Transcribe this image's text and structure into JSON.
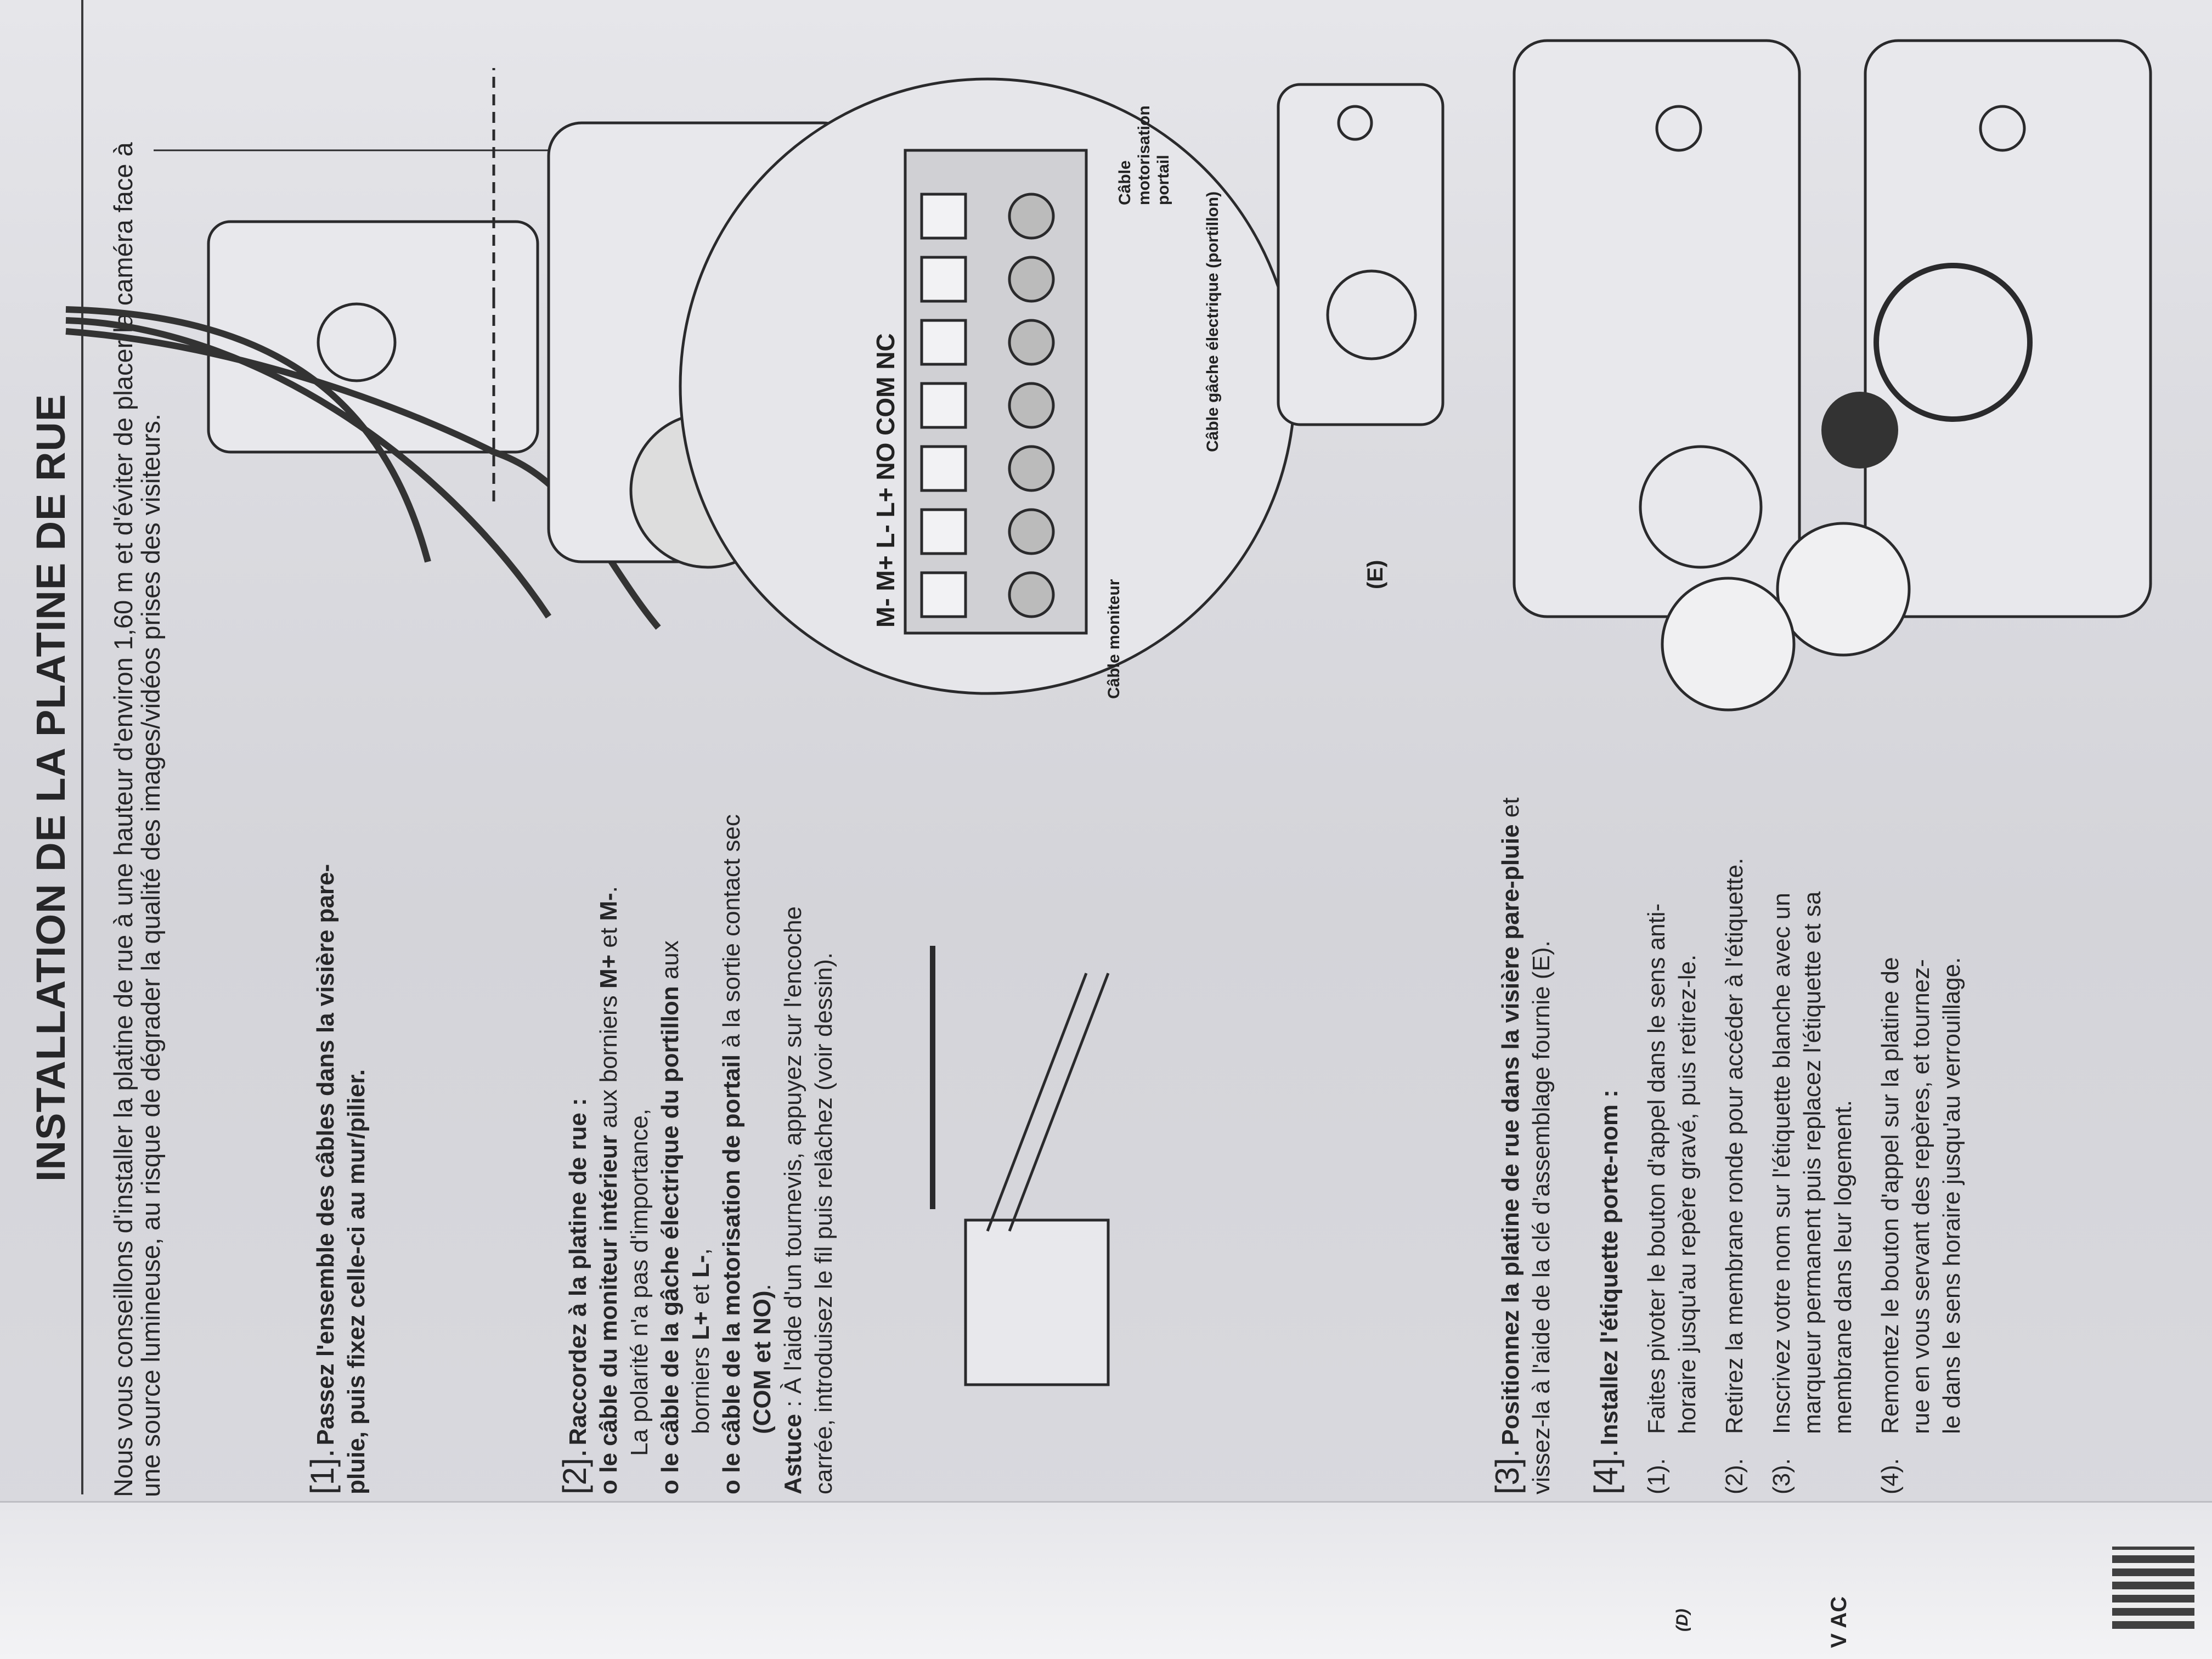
{
  "title": "INSTALLATION DE LA PLATINE DE RUE",
  "intro": "Nous vous conseillons d'installer la platine de rue à une hauteur d'environ 1,60 m et d'éviter de placer la caméra face à une source lumineuse, au risque de dégrader la qualité des images/vidéos prises des visiteurs.",
  "step1": {
    "num": "[1].",
    "text": "Passez l'ensemble des câbles dans la visière pare-pluie, puis fixez celle-ci au mur/pilier."
  },
  "step2": {
    "num": "[2].",
    "heading": "Raccordez à la platine de rue :",
    "b1_bold": "le câble du moniteur intérieur",
    "b1_text": " aux borniers ",
    "b1_m1": "M+",
    "b1_et": " et ",
    "b1_m2": "M-",
    "b1_end": ".",
    "b1_note": "La polarité n'a pas d'importance,",
    "b2_bold": "le câble de la gâche électrique du portillon",
    "b2_text": " aux",
    "b2_line2a": "borniers ",
    "b2_l1": "L+",
    "b2_et": " et ",
    "b2_l2": "L-",
    "b2_end": ",",
    "b3_bold": "le câble de la motorisation de portail",
    "b3_text": " à la sortie contact sec",
    "b3_line2": "(COM et NO)",
    "b3_end": ".",
    "tip_label": "Astuce",
    "tip_text": " : À l'aide d'un tournevis, appuyez sur l'encoche carrée, introduisez le fil puis relâchez (voir dessin)."
  },
  "step3": {
    "num": "[3].",
    "bold": "Positionnez la platine de rue dans la visière pare-pluie",
    "text": " et vissez-la à l'aide de la clé d'assemblage fournie (E)."
  },
  "step4": {
    "num": "[4].",
    "heading": "Installez l'étiquette porte-nom :",
    "items": [
      {
        "n": "(1).",
        "text": "Faites pivoter le bouton d'appel dans le sens anti-horaire jusqu'au repère gravé, puis retirez-le."
      },
      {
        "n": "(2).",
        "text": "Retirez la membrane ronde pour accéder à l'étiquette."
      },
      {
        "n": "(3).",
        "text": "Inscrivez votre nom sur l'étiquette blanche avec un marqueur permanent puis replacez l'étiquette et sa membrane dans leur logement."
      },
      {
        "n": "(4).",
        "text": "Remontez le bouton d'appel sur la platine de rue en vous servant des repères, et tournez-le dans le sens horaire jusqu'au verrouillage."
      }
    ]
  },
  "diagram": {
    "terminals": "M-  M+  L-  L+  NO COM NC",
    "cable_monitor": "Câble moniteur",
    "cable_motor_1": "Câble",
    "cable_motor_2": "motorisation",
    "cable_motor_3": "portail",
    "cable_strike": "Câble gâche électrique (portillon)",
    "key_label": "(E)"
  },
  "prev_page": {
    "vac": "V AC",
    "d": "(D)"
  }
}
